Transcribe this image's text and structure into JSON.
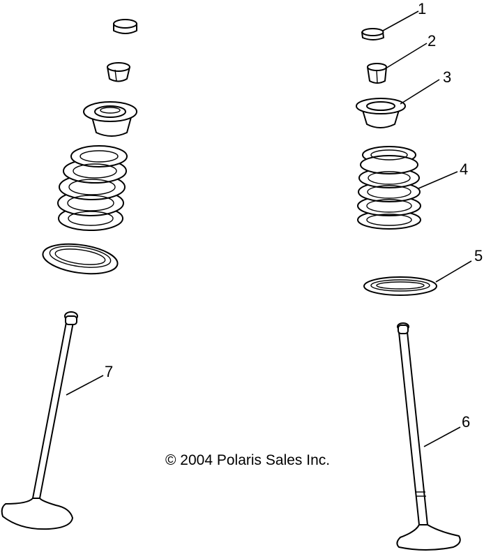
{
  "copyright": "© 2004 Polaris Sales Inc.",
  "callouts": [
    {
      "id": "1",
      "label": "1"
    },
    {
      "id": "2",
      "label": "2"
    },
    {
      "id": "3",
      "label": "3"
    },
    {
      "id": "4",
      "label": "4"
    },
    {
      "id": "5",
      "label": "5"
    },
    {
      "id": "6",
      "label": "6"
    },
    {
      "id": "7",
      "label": "7"
    }
  ],
  "colors": {
    "line": "#000000",
    "background": "#ffffff"
  }
}
